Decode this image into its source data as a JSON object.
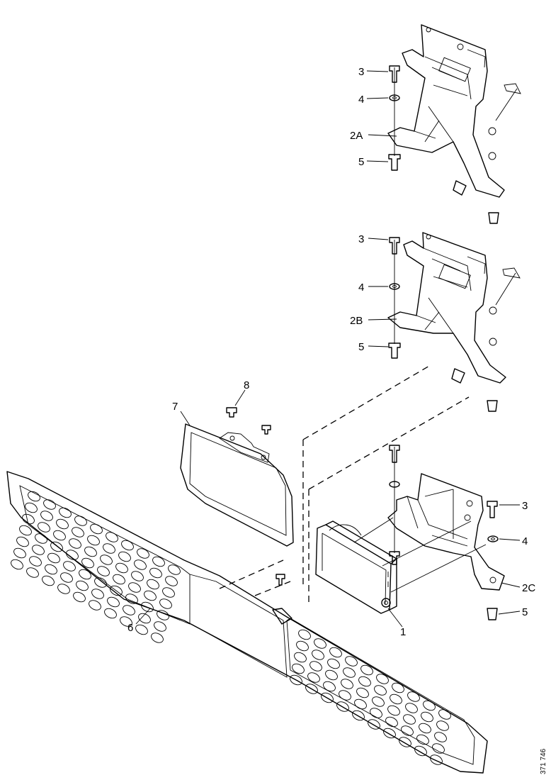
{
  "labels": {
    "l1": "1",
    "l2a": "2A",
    "l2b": "2B",
    "l2c": "2C",
    "l3a": "3",
    "l3b": "3",
    "l3c": "3",
    "l4a": "4",
    "l4b": "4",
    "l4c": "4",
    "l5a": "5",
    "l5b": "5",
    "l5c": "5",
    "l6": "6",
    "l7": "7",
    "l8": "8"
  },
  "figure_code": "371 746"
}
